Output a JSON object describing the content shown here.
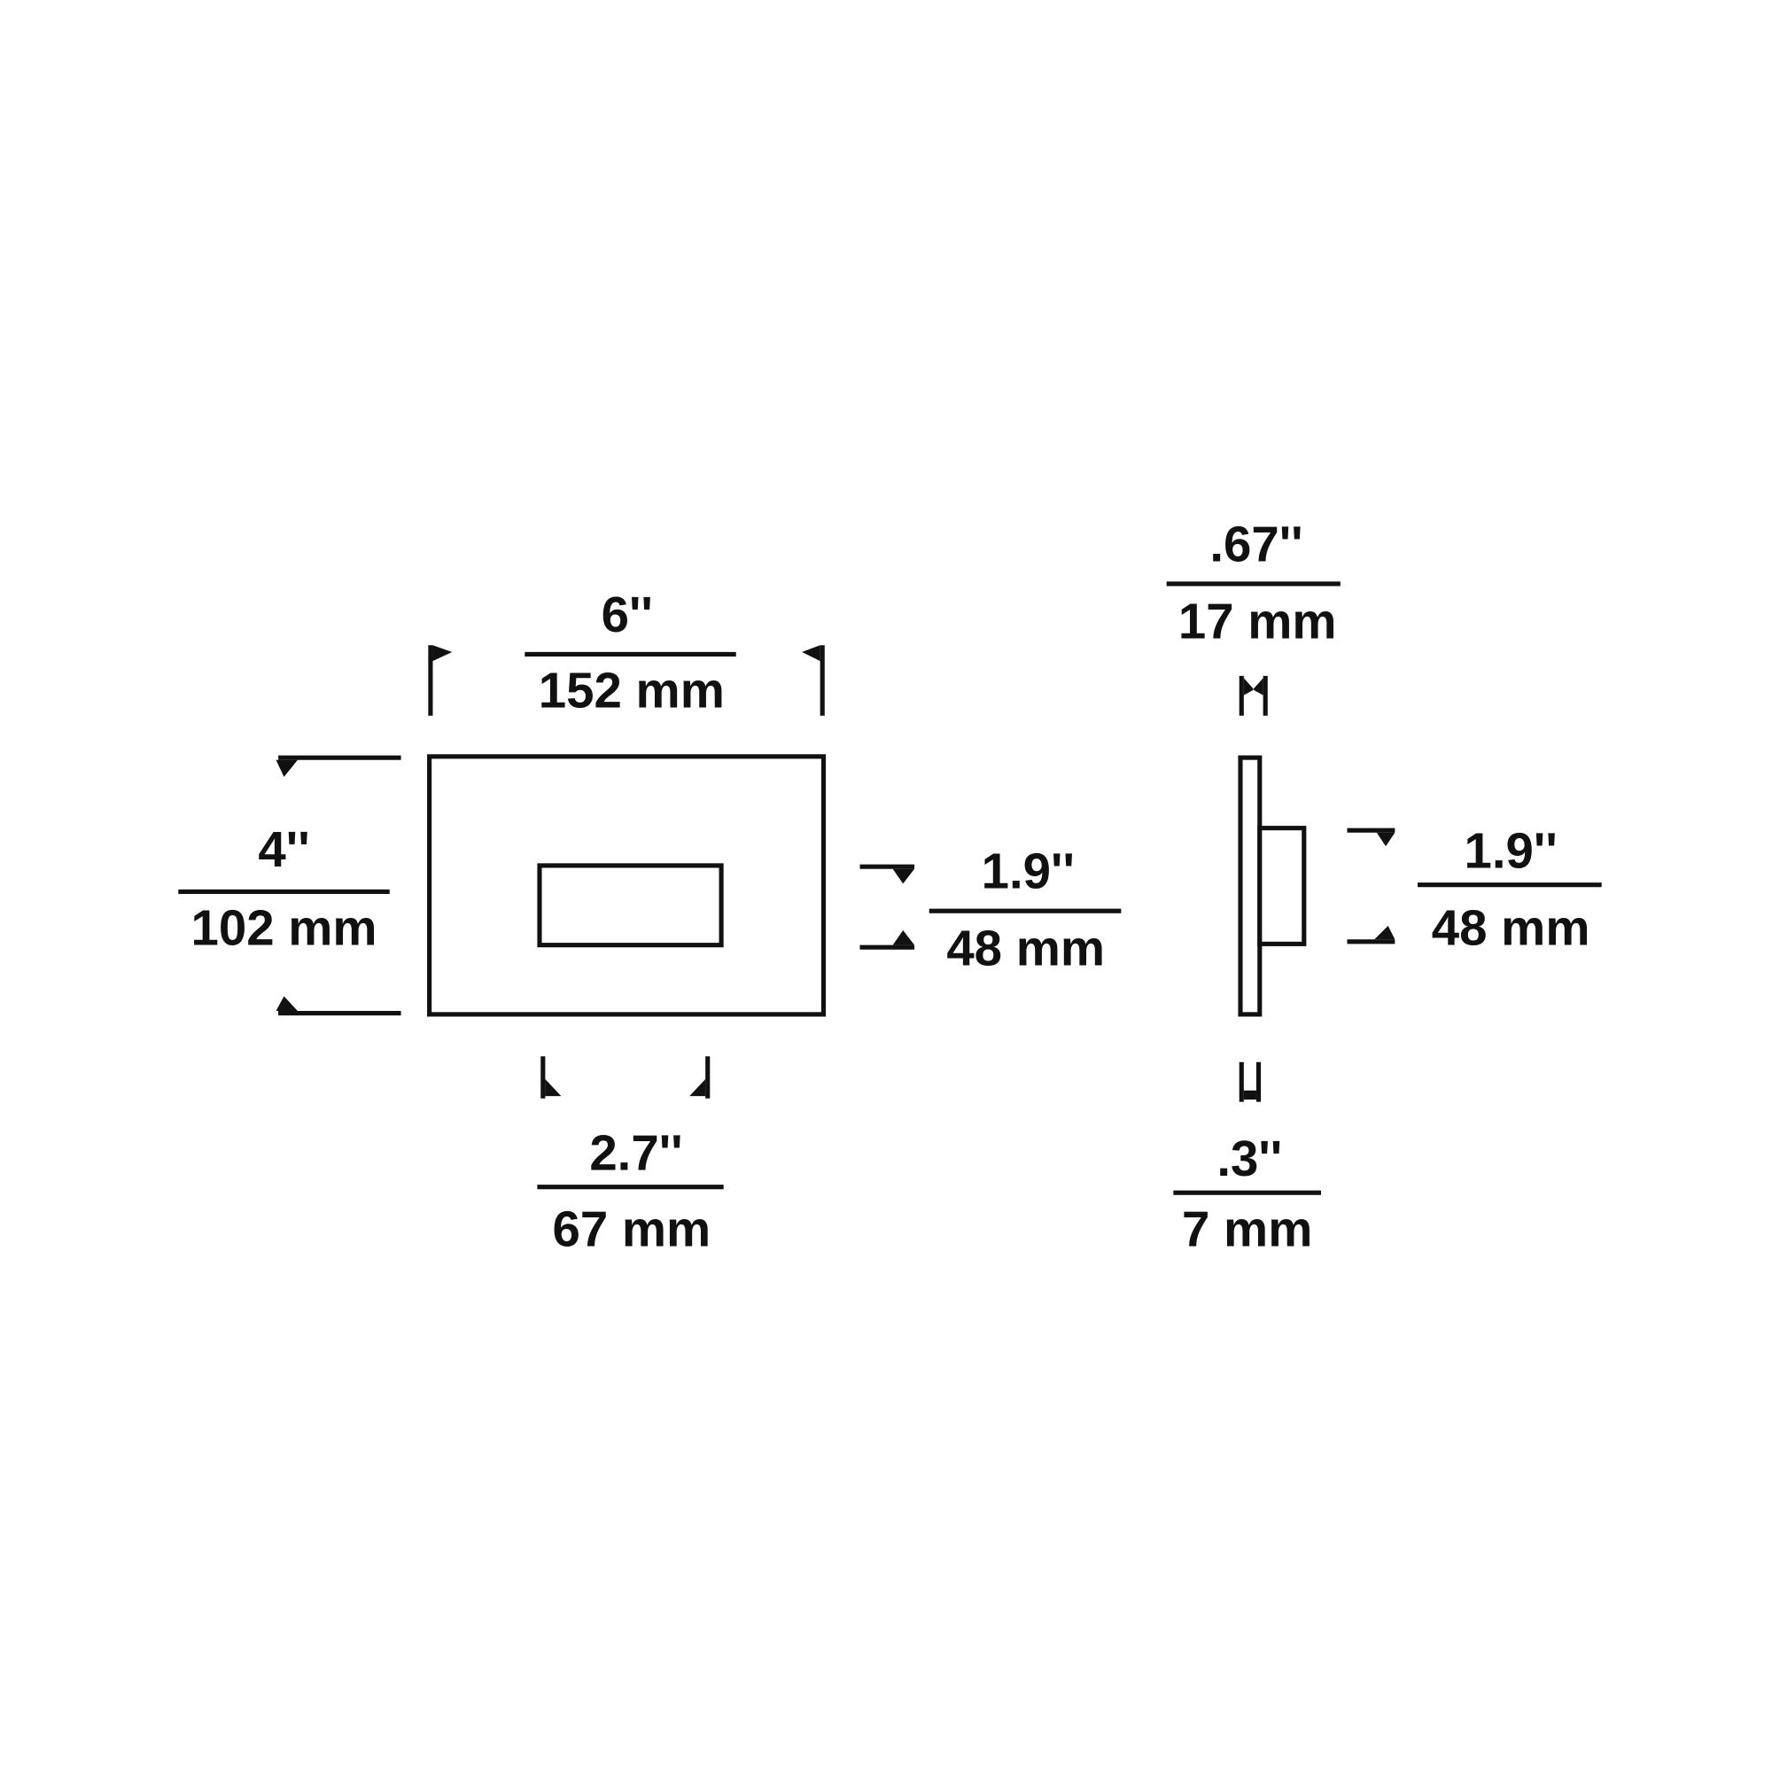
{
  "front_view": {
    "width": {
      "inches": "6''",
      "mm": "152 mm"
    },
    "height": {
      "inches": "4''",
      "mm": "102 mm"
    },
    "aperture_width": {
      "inches": "2.7''",
      "mm": "67 mm"
    },
    "aperture_height": {
      "inches": "1.9''",
      "mm": "48 mm"
    }
  },
  "side_view": {
    "depth": {
      "inches": ".67''",
      "mm": "17 mm"
    },
    "faceplate": {
      "inches": ".3''",
      "mm": "7 mm"
    },
    "housing_height": {
      "inches": "1.9''",
      "mm": "48 mm"
    }
  },
  "colors": {
    "line": "#111111",
    "background": "#ffffff"
  }
}
